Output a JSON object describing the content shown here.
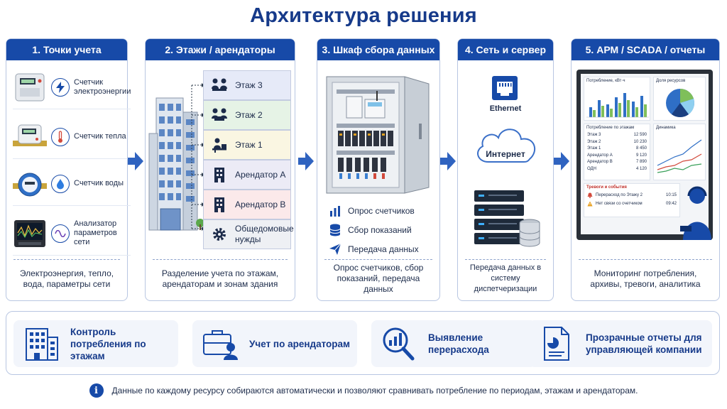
{
  "title": "Архитектура решения",
  "panels": [
    {
      "header": "1. Точки учета",
      "items": [
        {
          "label": "Счетчик электроэнергии",
          "icon": "lightning-icon"
        },
        {
          "label": "Счетчик тепла",
          "icon": "thermometer-icon"
        },
        {
          "label": "Счетчик воды",
          "icon": "water-drop-icon"
        },
        {
          "label": "Анализатор параметров сети",
          "icon": "sine-wave-icon"
        }
      ],
      "footer": "Электроэнергия, тепло, вода, параметры сети"
    },
    {
      "header": "2. Этажи / арендаторы",
      "floors": [
        "Этаж 3",
        "Этаж 2",
        "Этаж 1",
        "Арендатор А",
        "Арендатор В",
        "Общедомовые нужды"
      ],
      "footer": "Разделение учета по этажам, арендаторам и зонам здания"
    },
    {
      "header": "3. Шкаф сбора данных",
      "items": [
        "Опрос счетчиков",
        "Сбор показаний",
        "Передача данных"
      ],
      "footer": "Опрос счетчиков, сбор показаний, передача данных"
    },
    {
      "header": "4. Сеть и сервер",
      "ethernet": "Ethernet",
      "internet": "Интернет",
      "footer": "Передача данных в систему диспетчеризации"
    },
    {
      "header": "5. АРМ / SCADA / отчеты",
      "footer": "Мониторинг потребления, архивы, тревоги, аналитика",
      "dashboard": {
        "consumption_title": "Потребление, кВт·ч",
        "share_title": "Доля ресурсов",
        "floors_title": "Потребление по этажам",
        "dynamics_title": "Динамика",
        "rows": [
          {
            "name": "Этаж 3",
            "value": "12 590"
          },
          {
            "name": "Этаж 2",
            "value": "10 230"
          },
          {
            "name": "Этаж 1",
            "value": "8 450"
          },
          {
            "name": "Арендатор А",
            "value": "9 120"
          },
          {
            "name": "Арендатор В",
            "value": "7 890"
          },
          {
            "name": "ОДН",
            "value": "4 120"
          }
        ],
        "alarms_title": "Тревоги и события",
        "alarms": [
          {
            "text": "Перерасход по Этажу 2",
            "time": "10:15"
          },
          {
            "text": "Нет связи со счетчиком",
            "time": "09:42"
          }
        ]
      }
    }
  ],
  "benefits": [
    {
      "text": "Контроль потребления по этажам",
      "icon": "building-icon"
    },
    {
      "text": "Учет по арендаторам",
      "icon": "tenant-briefcase-icon"
    },
    {
      "text": "Выявление перерасхода",
      "icon": "magnifier-chart-icon"
    },
    {
      "text": "Прозрачные отчеты для управляющей компании",
      "icon": "report-icon"
    }
  ],
  "note": "Данные по каждому ресурсу собираются автоматически и позволяют сравнивать потребление по периодам, этажам и арендаторам.",
  "colors": {
    "primary": "#174aa8",
    "title": "#163a8a",
    "border": "#b8c6e2"
  }
}
